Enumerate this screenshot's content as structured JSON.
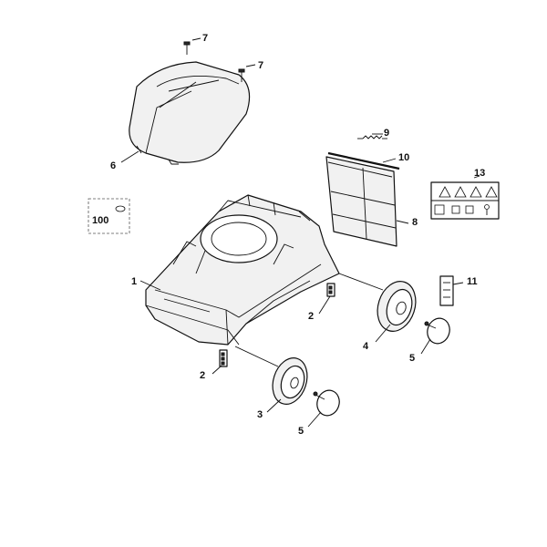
{
  "callouts": {
    "c1": "1",
    "c2a": "2",
    "c2b": "2",
    "c3": "3",
    "c4": "4",
    "c5a": "5",
    "c5b": "5",
    "c6": "6",
    "c7a": "7",
    "c7b": "7",
    "c8": "8",
    "c9": "9",
    "c10": "10",
    "c11": "11",
    "c13": "13",
    "c100": "100"
  },
  "icons": [
    "warning-triangle-icon",
    "book-icon",
    "plug-icon",
    "person-icon"
  ]
}
